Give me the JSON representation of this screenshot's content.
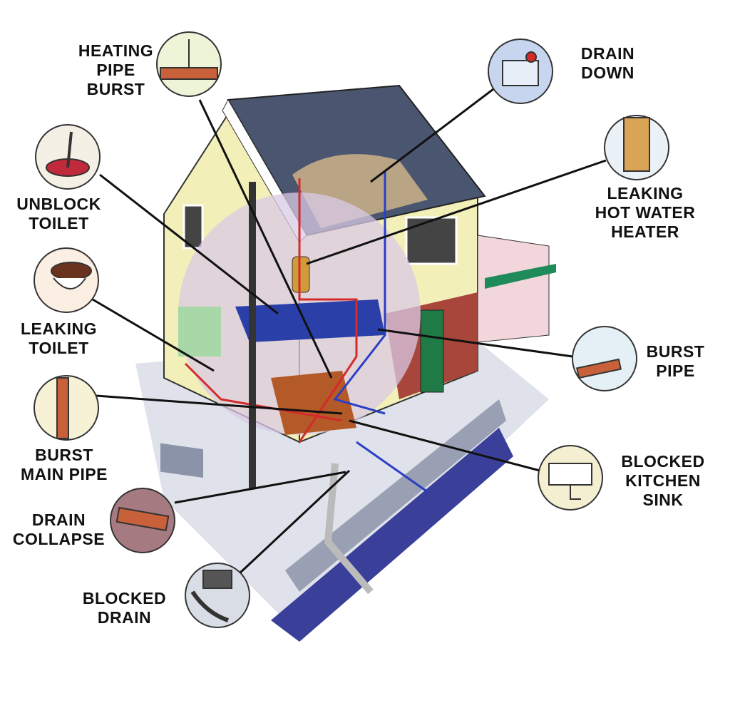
{
  "callouts": [
    {
      "id": "heating-pipe-burst",
      "lines": [
        "HEATING",
        "PIPE",
        "BURST"
      ],
      "icon": "heating-pipe-burst-icon"
    },
    {
      "id": "drain-down",
      "lines": [
        "DRAIN",
        "DOWN"
      ],
      "icon": "drain-down-icon"
    },
    {
      "id": "unblock-toilet",
      "lines": [
        "UNBLOCK",
        "TOILET"
      ],
      "icon": "toilet-plunger-icon"
    },
    {
      "id": "leaking-hot-water-heater",
      "lines": [
        "LEAKING",
        "HOT WATER",
        "HEATER"
      ],
      "icon": "water-heater-icon"
    },
    {
      "id": "leaking-toilet",
      "lines": [
        "LEAKING",
        "TOILET"
      ],
      "icon": "leaking-toilet-icon"
    },
    {
      "id": "burst-pipe",
      "lines": [
        "BURST",
        "PIPE"
      ],
      "icon": "burst-pipe-icon"
    },
    {
      "id": "burst-main-pipe",
      "lines": [
        "BURST",
        "MAIN PIPE"
      ],
      "icon": "burst-main-pipe-icon"
    },
    {
      "id": "blocked-kitchen-sink",
      "lines": [
        "BLOCKED",
        "KITCHEN",
        "SINK"
      ],
      "icon": "kitchen-sink-icon"
    },
    {
      "id": "drain-collapse",
      "lines": [
        "DRAIN",
        "COLLAPSE"
      ],
      "icon": "drain-collapse-icon"
    },
    {
      "id": "blocked-drain",
      "lines": [
        "BLOCKED",
        "DRAIN"
      ],
      "icon": "blocked-drain-icon"
    }
  ],
  "colors": {
    "roof": "#4a5570",
    "wall": "#f3efb8",
    "brick": "#a8463c",
    "pipe_hot": "#d42a2a",
    "pipe_cold": "#2a3fc4",
    "door": "#1f7a45",
    "ground": "#cfd3dc"
  }
}
